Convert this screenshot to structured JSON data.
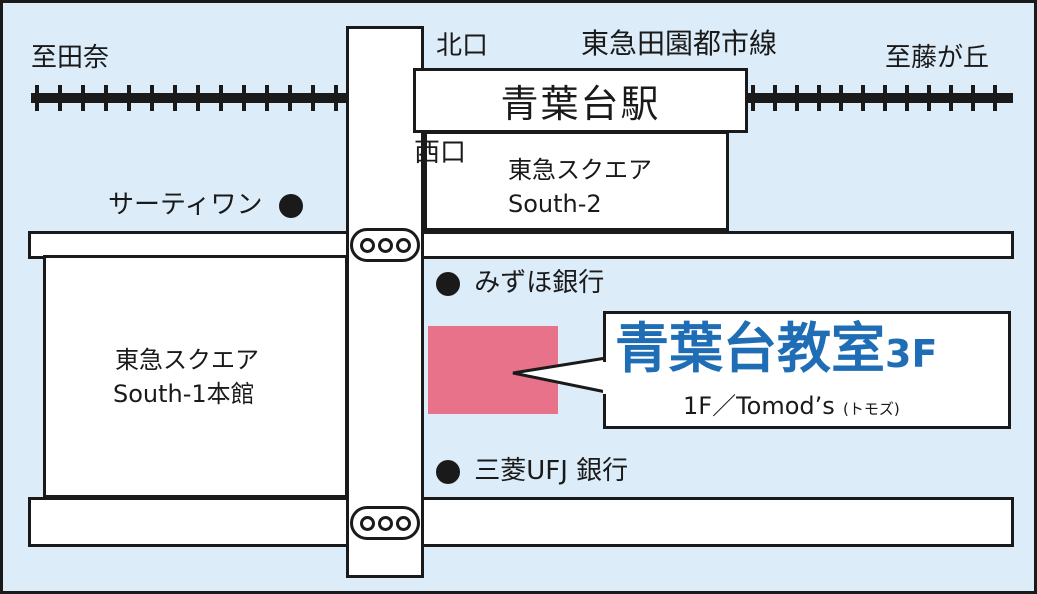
{
  "direction_left": "至田奈",
  "direction_right": "至藤が丘",
  "line_name": "東急田園都市線",
  "north_exit": "北口",
  "west_exit": "西口",
  "station": "青葉台駅",
  "south2": {
    "line1": "東急スクエア",
    "line2": "South-2"
  },
  "south1": {
    "line1": "東急スクエア",
    "line2": "South-1本館"
  },
  "landmark_west": "サーティワン",
  "bank_1": "みずほ銀行",
  "bank_2": "三菱UFJ 銀行",
  "classroom": {
    "name": "青葉台教室",
    "floor": "3F",
    "sub_main": "1F／Tomod’s",
    "sub_small": "(トモズ)",
    "title_color": "#1f6eb5",
    "marker_color": "#e8728a"
  }
}
